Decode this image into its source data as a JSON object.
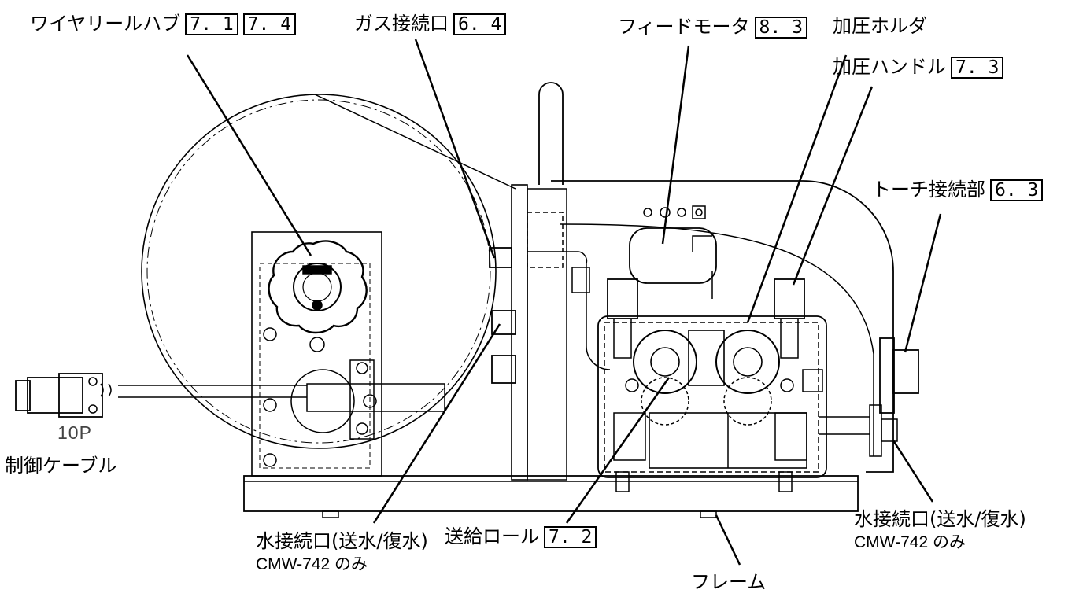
{
  "labels": {
    "wire_reel_hub": "ワイヤリールハブ",
    "wire_reel_hub_ref1": "7. 1",
    "wire_reel_hub_ref2": "7. 4",
    "gas_port": "ガス接続口",
    "gas_port_ref": "6. 4",
    "feed_motor": "フィードモータ",
    "feed_motor_ref": "8. 3",
    "pressure_holder": "加圧ホルダ",
    "pressure_handle": "加圧ハンドル",
    "pressure_handle_ref": "7. 3",
    "torch_connector": "トーチ接続部",
    "torch_connector_ref": "6. 3",
    "control_cable": "制御ケーブル",
    "connector_pins": "10P",
    "water_port_left_line1": "水接続口(送水/復水)",
    "water_port_left_line2": "CMW-742 のみ",
    "feed_roll": "送給ロール",
    "feed_roll_ref": "7. 2",
    "water_port_right_line1": "水接続口(送水/復水)",
    "water_port_right_line2": "CMW-742 のみ",
    "frame": "フレーム"
  }
}
